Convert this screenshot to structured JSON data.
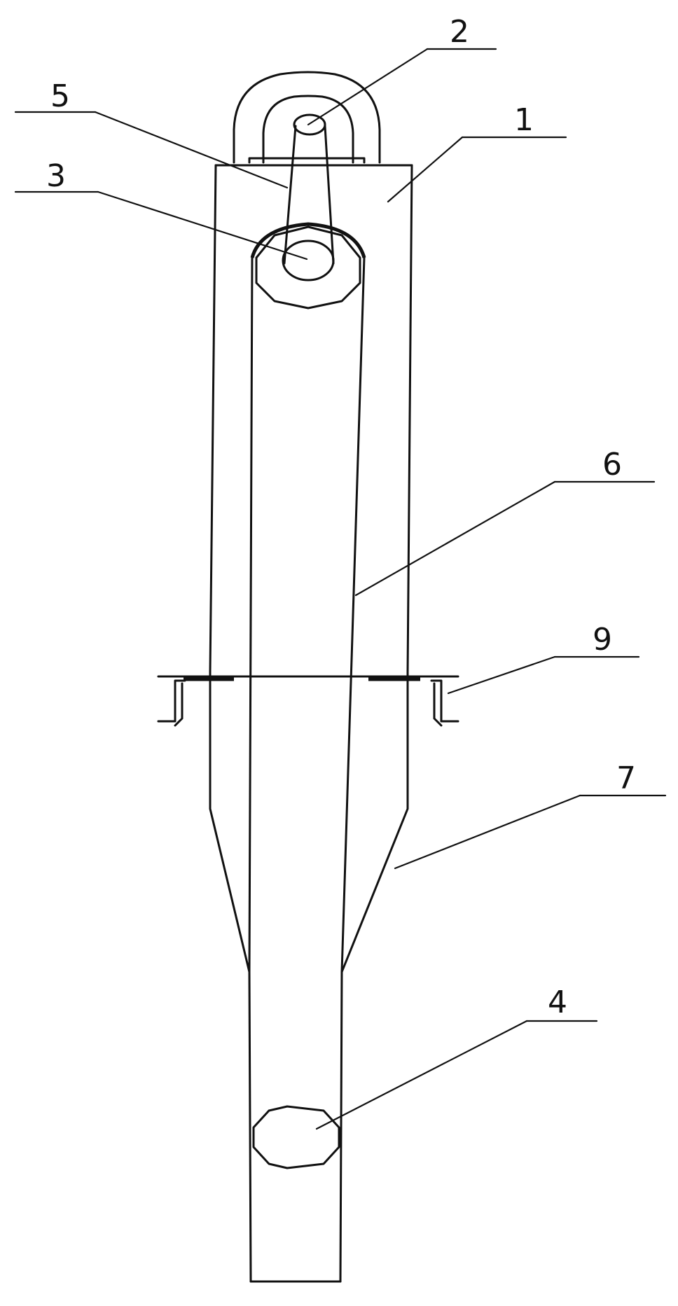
{
  "labels": {
    "part_1": "1",
    "part_2": "2",
    "part_3": "3",
    "part_4": "4",
    "part_5": "5",
    "part_6": "6",
    "part_7": "7",
    "part_9": "9"
  },
  "colors": {
    "line": "#111111",
    "background": "#ffffff"
  }
}
